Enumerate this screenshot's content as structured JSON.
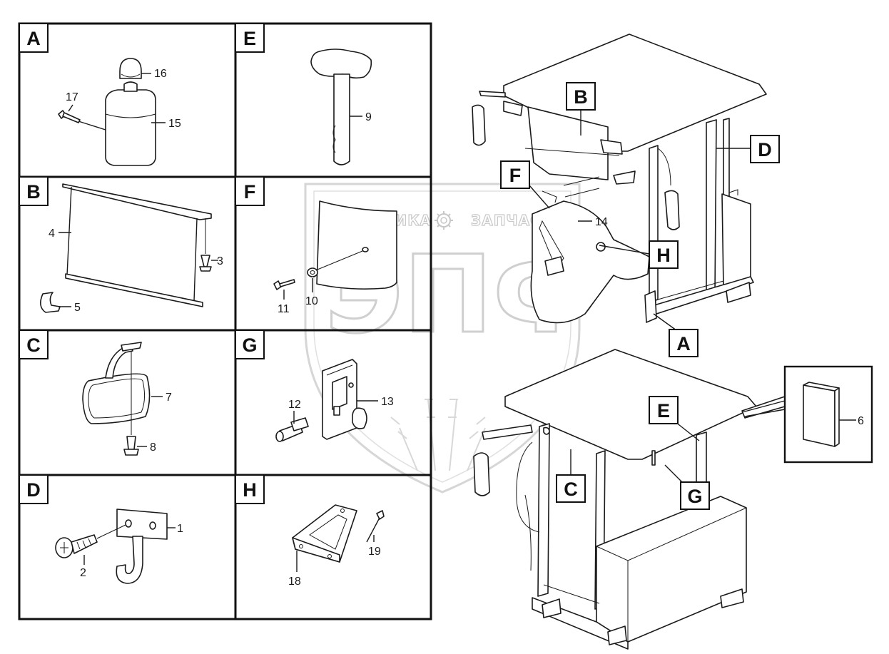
{
  "sections": [
    {
      "letter": "A",
      "callouts": [
        "16",
        "17",
        "15"
      ]
    },
    {
      "letter": "E",
      "callouts": [
        "9"
      ]
    },
    {
      "letter": "B",
      "callouts": [
        "4",
        "3",
        "5"
      ]
    },
    {
      "letter": "F",
      "callouts": [
        "11",
        "10"
      ]
    },
    {
      "letter": "C",
      "callouts": [
        "7",
        "8"
      ]
    },
    {
      "letter": "G",
      "callouts": [
        "12",
        "13"
      ]
    },
    {
      "letter": "D",
      "callouts": [
        "1",
        "2"
      ]
    },
    {
      "letter": "H",
      "callouts": [
        "19",
        "18"
      ]
    }
  ],
  "assembly": {
    "upper_refs": [
      "B",
      "D",
      "F",
      "H",
      "A"
    ],
    "upper_callouts": [
      "14"
    ],
    "lower_refs": [
      "E",
      "C",
      "G"
    ],
    "lower_callouts": [
      "6"
    ]
  },
  "watermark": {
    "line1_left": "ТЕХНИКА",
    "line1_right": "ЗАПЧАСТИ",
    "logo": "ЭПФ",
    "gear_icon": "gear-icon"
  },
  "colors": {
    "ink": "#1a1a1a",
    "watermark": "#c8c8c8",
    "background": "#ffffff"
  }
}
